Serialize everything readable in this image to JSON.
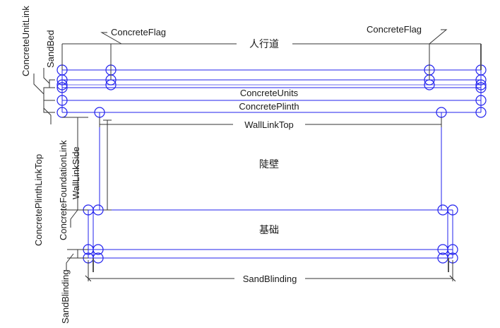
{
  "diagram": {
    "title": "Pavement and wall construction cross-section link diagram",
    "colors": {
      "geometry": "#2222ee",
      "geometry_soft": "#6f6fee",
      "annotation": "#333333",
      "background": "#ffffff",
      "text": "#1a1a1a"
    },
    "labels": {
      "concrete_unit_link": "ConcreteUnitLink",
      "sand_bed": "SandBed",
      "concrete_flag_left": "ConcreteFlag",
      "concrete_flag_right": "ConcreteFlag",
      "footway": "人行道",
      "concrete_units": "ConcreteUnits",
      "concrete_plinth": "ConcretePlinth",
      "concrete_plinth_link_top": "ConcretePlinthLinkTop",
      "concrete_foundation_link": "ConcreteFoundationLink",
      "wall_link_side": "WallLinkSide",
      "wall_link_top": "WallLinkTop",
      "wall": "陡壁",
      "foundation": "基础",
      "sand_blinding_vertical": "SandBlinding",
      "sand_blinding_bottom": "SandBlinding"
    }
  }
}
